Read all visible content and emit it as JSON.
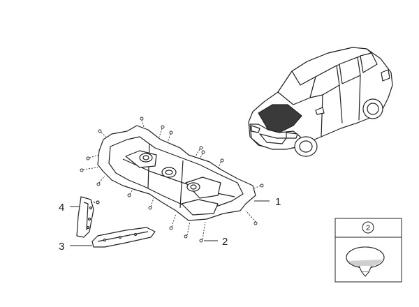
{
  "callouts": {
    "part1": "1",
    "part2": "2",
    "part3": "3",
    "part4": "4"
  },
  "inset": {
    "label": "2"
  },
  "colors": {
    "line": "#222222",
    "part_fill": "#ffffff",
    "hood_highlight": "#3a3a3a",
    "shading": "#cfcfcf"
  }
}
